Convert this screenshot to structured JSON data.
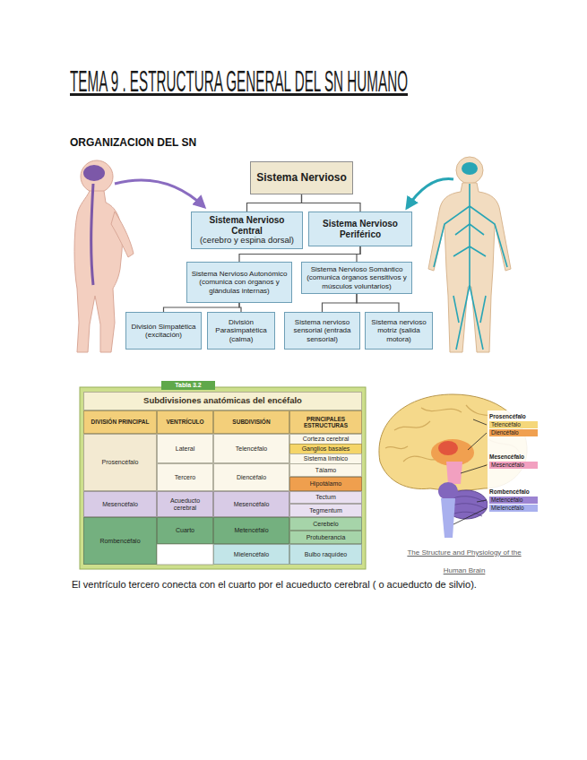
{
  "diagram": {
    "title": "TEMA 9 . ESTRUCTURA GENERAL DEL SN HUMANO",
    "caption": "The Structure and Physiology of the Human Brain",
    "nodes": [
      {
        "text": [
          "Sistema Nervioso"
        ]
      },
      {
        "text": [
          "Sistema Nervioso Central",
          "(cerebro y espina dorsal)"
        ]
      },
      {
        "text": [
          "Sistema Nervioso Periférico"
        ]
      },
      {
        "text": [
          "Sistema Nervioso Autonómico (comunica con órganos y glándulas internas)"
        ]
      },
      {
        "text": [
          "Sistema Nervioso Somántico (comunica órganos sensitivos y músculos voluntarios)"
        ]
      },
      {
        "text": [
          "División Simpatética (excitación)"
        ]
      },
      {
        "text": [
          "División Parasimpatética (calma)"
        ]
      },
      {
        "text": [
          "Sistema nervioso sensorial (entrada sensorial)"
        ]
      },
      {
        "text": [
          "Sistema nervioso motriz (salida motora)"
        ]
      }
    ],
    "edges": [
      {
        "from": 0,
        "to": 1,
        "arrow": "none"
      },
      {
        "from": 0,
        "to": 2,
        "arrow": "none"
      },
      {
        "from": 2,
        "to": 3,
        "arrow": "none"
      },
      {
        "from": 2,
        "to": 4,
        "arrow": "none"
      },
      {
        "from": 3,
        "to": 5,
        "arrow": "none"
      },
      {
        "from": 3,
        "to": 6,
        "arrow": "none"
      },
      {
        "from": 4,
        "to": 7,
        "arrow": "none"
      },
      {
        "from": 4,
        "to": 8,
        "arrow": "none"
      }
    ],
    "labels": [
      "ORGANIZACION DEL SN",
      "Tabla 3.2",
      "Subdivisiones anatómicas del encéfalo",
      "DIVISIÓN PRINCIPAL",
      "VENTRÍCULO",
      "SUBDIVISIÓN",
      "PRINCIPALES ESTRUCTURAS",
      "Prosencéfalo",
      "Lateral",
      "Telencéfalo",
      "Corteza cerebral",
      "Ganglios basales",
      "Sistema límbico",
      "Tercero",
      "Diencéfalo",
      "Tálamo",
      "Hipotálamo",
      "Mesencéfalo",
      "Acueducto cerebral",
      "Mesencéfalo",
      "Tectum",
      "Tegmentum",
      "Rombencéfalo",
      "Cuarto",
      "Metencéfalo",
      "Cerebelo",
      "Protuberancia",
      "Mielencéfalo",
      "Bulbo raquídeo",
      "Prosencéfalo",
      "Mesencéfalo",
      "Rombencéfalo",
      "El ventrículo tercero conecta con el cuarto por el acueducto cerebral ( o acueducto de silvio)."
    ],
    "legend": [
      {
        "text": "Telencéfalo",
        "color": "#f5d77a"
      },
      {
        "text": "Diencéfalo",
        "color": "#f0a050"
      },
      {
        "text": "Mesencéfalo",
        "color": "#f2a0c0"
      },
      {
        "text": "Metencéfalo",
        "color": "#9c84d2"
      },
      {
        "text": "Mielencéfalo",
        "color": "#a9b0ee"
      }
    ]
  }
}
